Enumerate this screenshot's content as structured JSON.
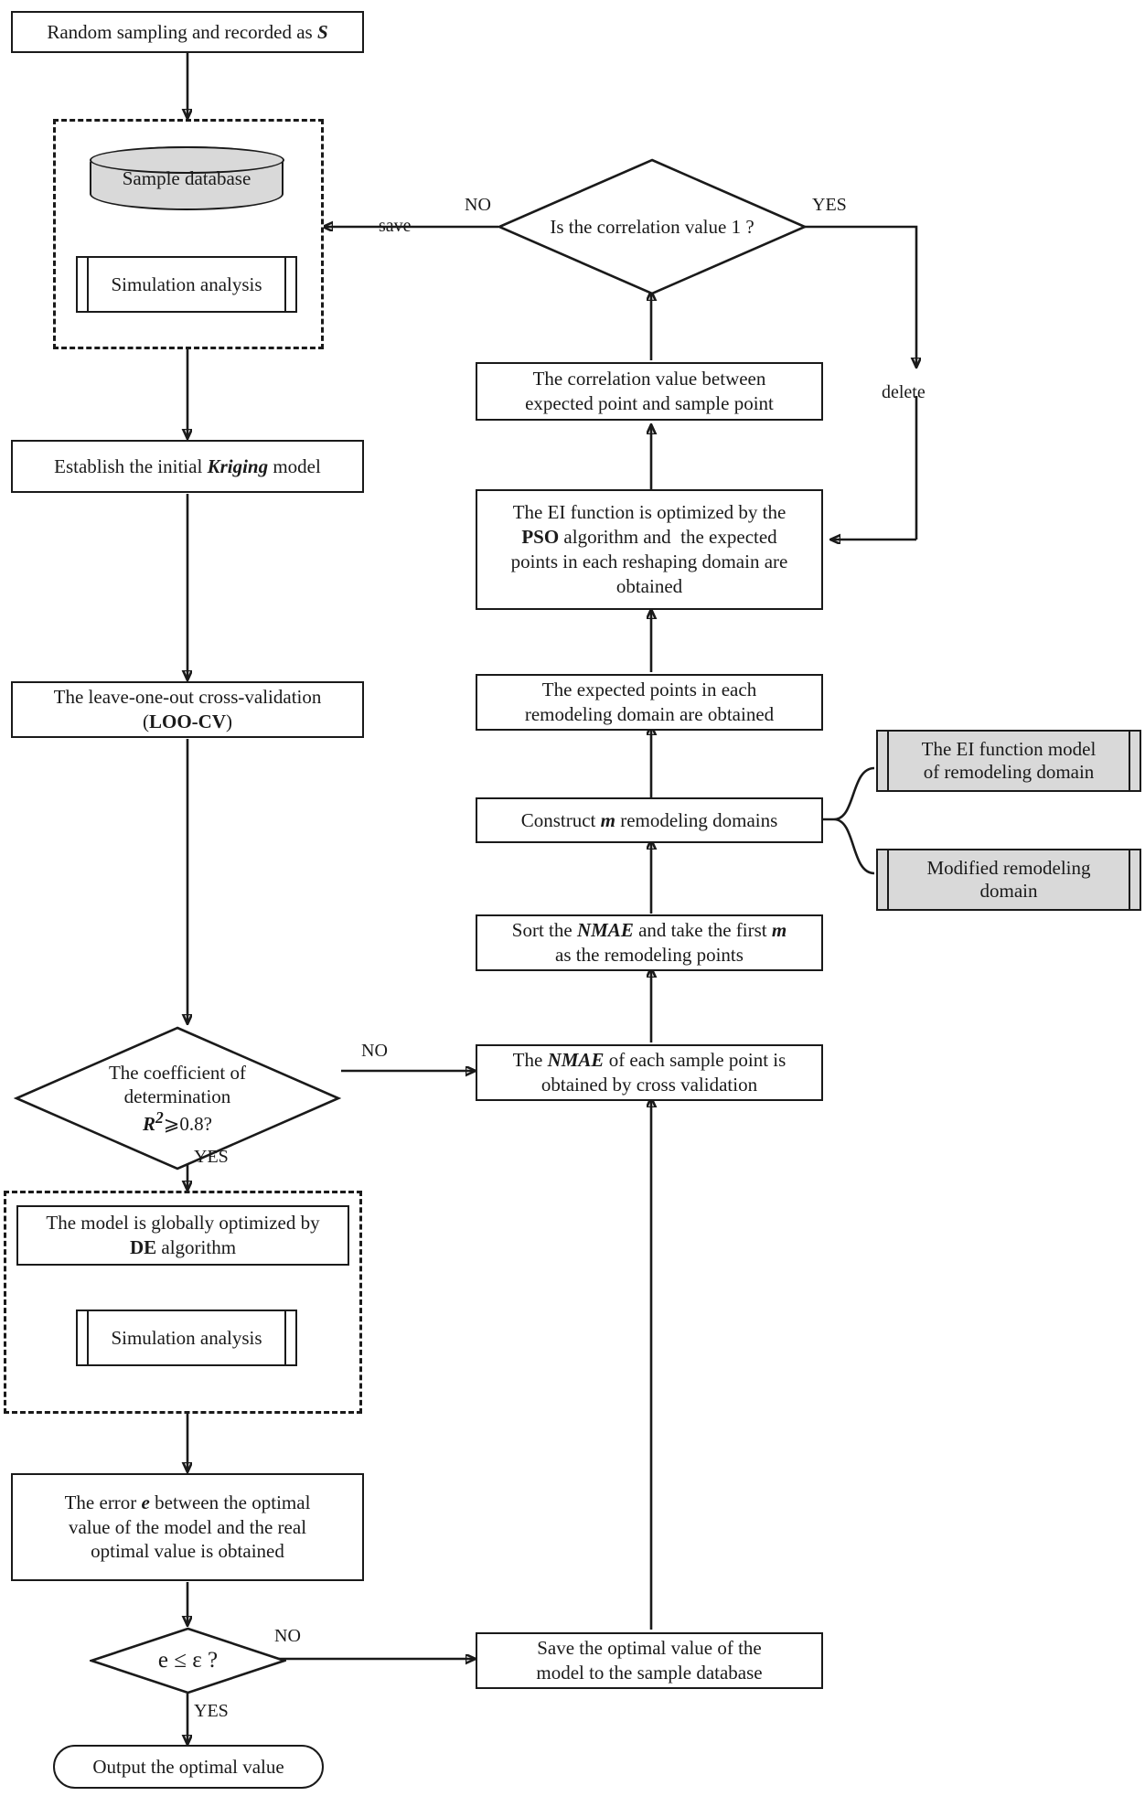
{
  "diagram": {
    "title": "Kriging surrogate-model optimization flowchart",
    "colors": {
      "stroke": "#1a1a1a",
      "fill_gray": "#d9d9d9",
      "background": "#ffffff"
    }
  },
  "nodes": {
    "start": {
      "text": "Random sampling and recorded as S",
      "shape": "process"
    },
    "sample_database": {
      "text": "Sample database",
      "shape": "database"
    },
    "simulation_analysis_1": {
      "text": "Simulation analysis",
      "shape": "predefined-process"
    },
    "establish_kriging": {
      "text": "Establish the initial Kriging model",
      "shape": "process"
    },
    "loocv_line1": {
      "text": "The leave-one-out cross-validation",
      "shape": "process"
    },
    "loocv_line2": {
      "text": "(LOO-CV)"
    },
    "r2_decision_line1": {
      "text": "The coefficient of"
    },
    "r2_decision_line2": {
      "text": "determination"
    },
    "r2_decision_line3": {
      "text": "R 2 ⩾ 0.8?"
    },
    "de_optimize_line1": {
      "text": "The model is globally optimized by"
    },
    "de_optimize_line2": {
      "text": "DE algorithm"
    },
    "simulation_analysis_2": {
      "text": "Simulation analysis",
      "shape": "predefined-process"
    },
    "error_box_line1": {
      "text": "The error e between the optimal"
    },
    "error_box_line2": {
      "text": "value of the model and the real"
    },
    "error_box_line3": {
      "text": "optimal value is obtained"
    },
    "epsilon_decision": {
      "text": "e ≤ ε ?",
      "shape": "decision"
    },
    "output": {
      "text": "Output the optimal value",
      "shape": "terminator"
    },
    "save_optimal_line1": {
      "text": "Save the optimal value of the"
    },
    "save_optimal_line2": {
      "text": "model to the sample  database"
    },
    "nmae_cross_validation_line1": {
      "text": "The NMAE of each sample point is"
    },
    "nmae_cross_validation_line2": {
      "text": "obtained by cross validation"
    },
    "sort_nmae_line1": {
      "text": "Sort the NMAE and take the first m"
    },
    "sort_nmae_line2": {
      "text": "as the remodeling points"
    },
    "construct_domains": {
      "text": "Construct m remodeling domains"
    },
    "expected_points_line1": {
      "text": "The expected points in each"
    },
    "expected_points_line2": {
      "text": "remodeling domain are obtained"
    },
    "ei_pso_line1": {
      "text": "The EI function  is optimized by the"
    },
    "ei_pso_line2": {
      "text": "PSO algorithm and  the expected"
    },
    "ei_pso_line3": {
      "text": "points in each reshaping domain are"
    },
    "ei_pso_line4": {
      "text": "obtained"
    },
    "correlation_value_line1": {
      "text": "The correlation value between"
    },
    "correlation_value_line2": {
      "text": "expected point and sample point"
    },
    "correlation_decision": {
      "text": "Is the correlation value 1 ?",
      "shape": "decision"
    },
    "ei_function_model_line1": {
      "text": "The EI function model"
    },
    "ei_function_model_line2": {
      "text": "of remodeling domain"
    },
    "modified_domain_line1": {
      "text": "Modified remodeling"
    },
    "modified_domain_line2": {
      "text": "domain"
    }
  },
  "edge_labels": {
    "correlation_no": "NO",
    "correlation_yes": "YES",
    "save": "save",
    "delete": "delete",
    "r2_no": "NO",
    "r2_yes": "YES",
    "epsilon_no": "NO",
    "epsilon_yes": "YES"
  }
}
